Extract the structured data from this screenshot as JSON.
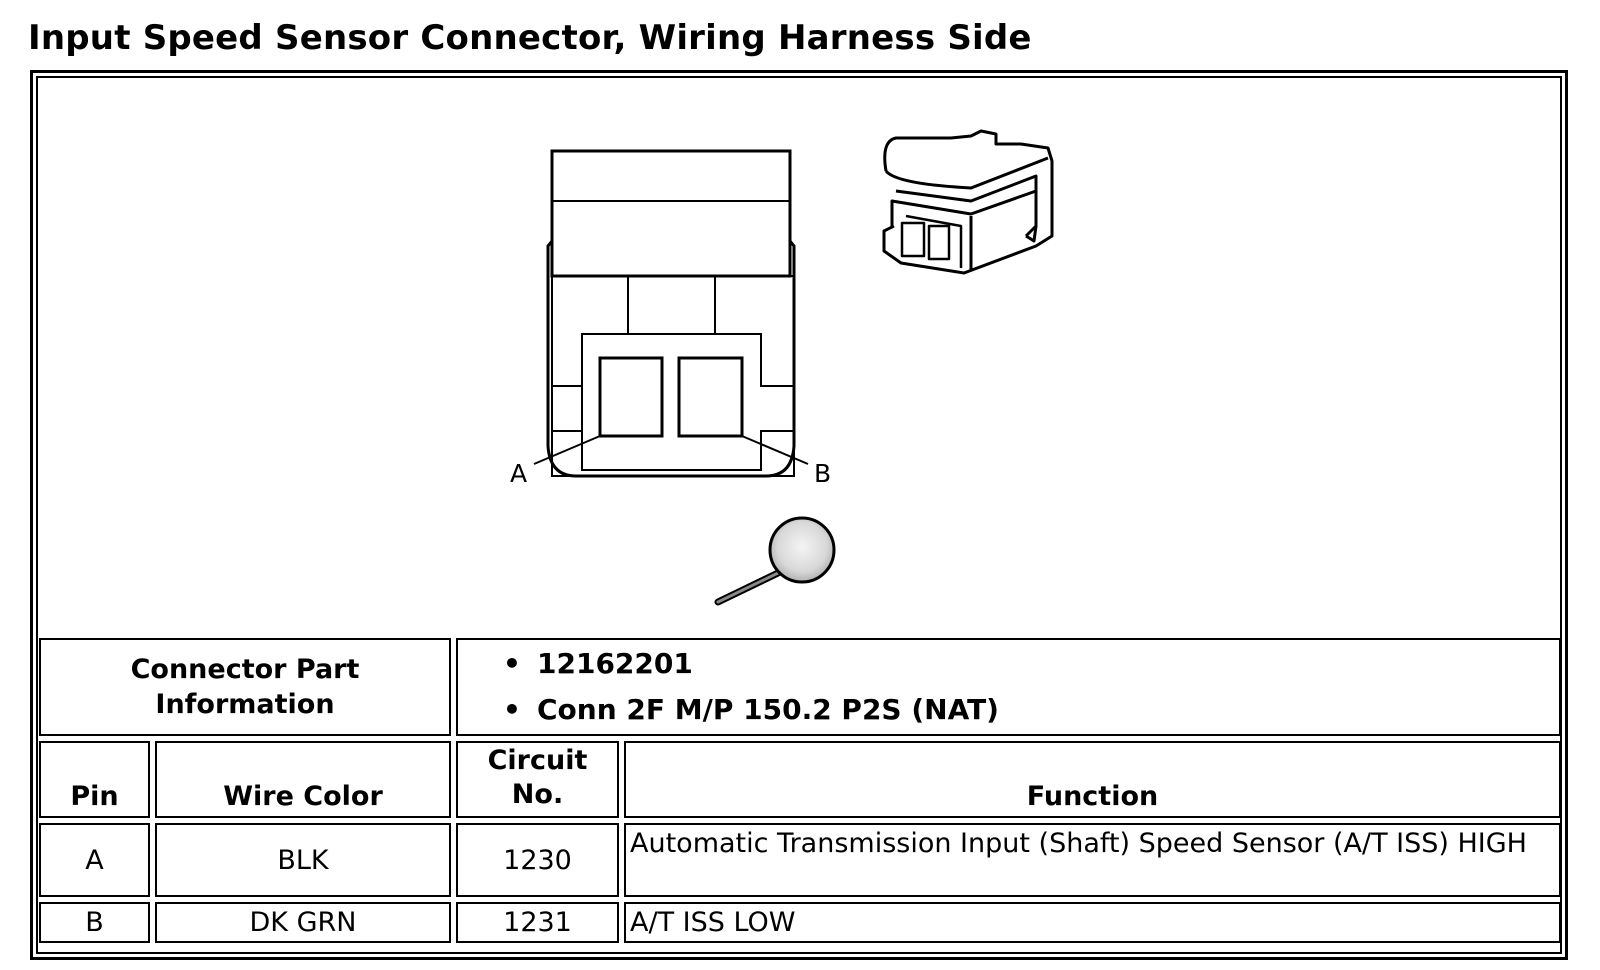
{
  "title": "Input Speed Sensor Connector, Wiring Harness Side",
  "diagram": {
    "pin_labels": [
      "A",
      "B"
    ],
    "icons": [
      "connector-face-drawing",
      "connector-3d-drawing",
      "magnifier-icon"
    ]
  },
  "connector_part_info": {
    "label": "Connector Part Information",
    "items": [
      "12162201",
      "Conn 2F M/P 150.2 P2S (NAT)"
    ]
  },
  "table": {
    "headers": {
      "pin": "Pin",
      "wire_color": "Wire Color",
      "circuit_no": "Circuit No.",
      "function": "Function"
    },
    "rows": [
      {
        "pin": "A",
        "wire_color": "BLK",
        "circuit": "1230",
        "function": "Automatic Transmission Input (Shaft) Speed Sensor (A/T ISS) HIGH"
      },
      {
        "pin": "B",
        "wire_color": "DK GRN",
        "circuit": "1231",
        "function": "A/T ISS LOW"
      }
    ]
  }
}
